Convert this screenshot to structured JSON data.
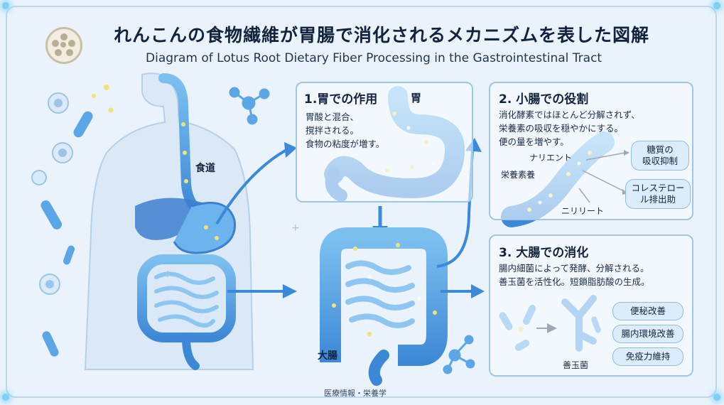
{
  "title": "れんこんの食物繊維が胃腸で消化されるメカニズムを表した図解",
  "subtitle": "Diagram of Lotus Root Dietary Fiber Processing in the Gastrointestinal Tract",
  "body": {
    "esophagus_label": "食道",
    "large_intestine_label": "大腸"
  },
  "panel1": {
    "title": "1.胃での作用",
    "stomach_label": "胃",
    "lines": [
      "胃酸と混合、",
      "撹拌される。",
      "食物の粘度が増す。"
    ]
  },
  "panel2": {
    "title": "2. 小腸での役割",
    "lines": [
      "消化酵素ではほとんど分解されず、",
      "栄養素の吸収を穏やかにする。",
      "便の量を増やす。"
    ],
    "nutrient_label": "ナリエント",
    "nutrients_label": "栄養素養",
    "nililito_label": "ニリリート",
    "pill_sugar": [
      "糖質の",
      "吸収抑制"
    ],
    "pill_chol": [
      "コレステロー",
      "ル排出助"
    ]
  },
  "panel3": {
    "title": "3. 大腸での消化",
    "lines": [
      "腸内細菌によって発酵、分解される。",
      "善玉菌を活性化。短鎖脂肪酸の生成。"
    ],
    "bacteria_label": "善玉菌",
    "pill_constipation": "便秘改善",
    "pill_environment": "腸内環境改善",
    "pill_immunity": "免疫力維持"
  },
  "footer": "医療情報・栄養学",
  "colors": {
    "accent": "#3b8ad9",
    "organ": "#5aa6e6",
    "panel_border": "#9cc6ea",
    "background": "#eaf3fb",
    "particle": "#f3e27a"
  }
}
